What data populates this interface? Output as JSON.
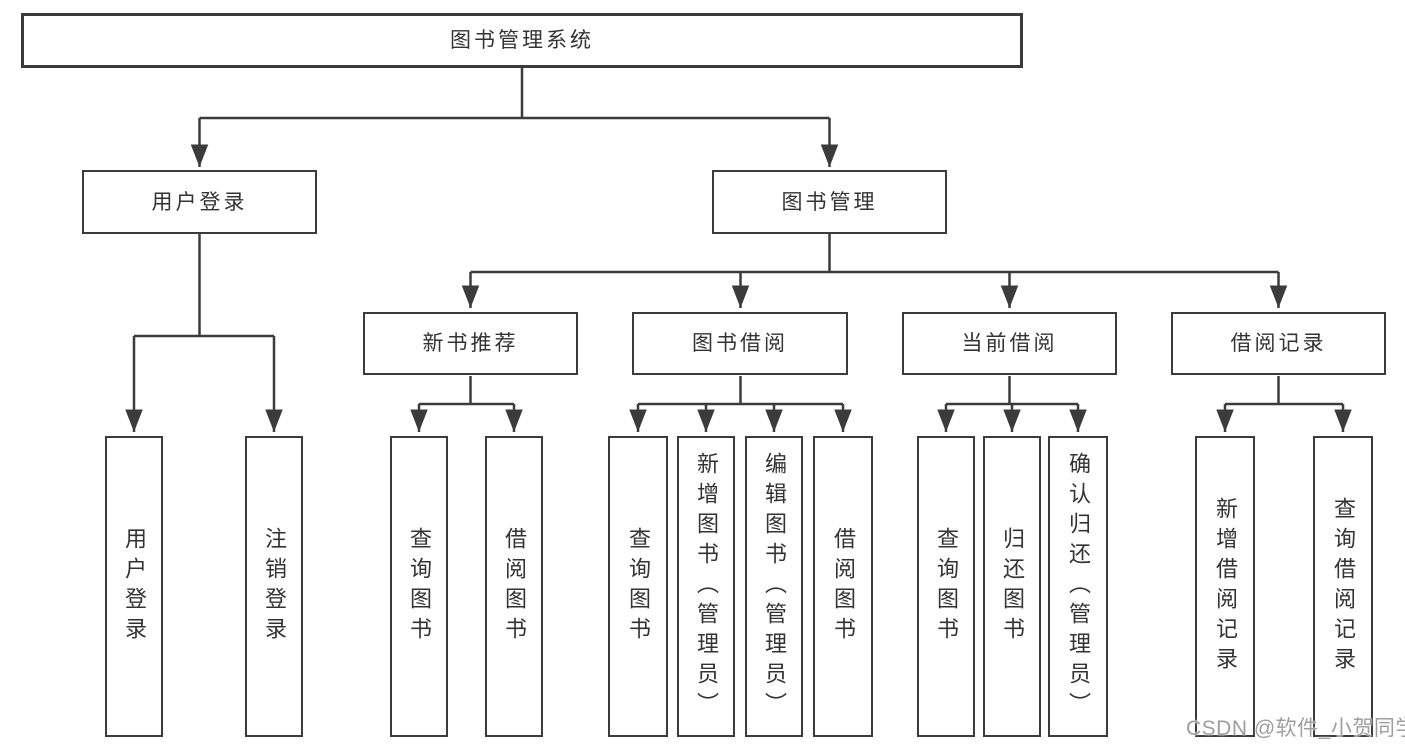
{
  "tree": {
    "root": "图书管理系统",
    "branches": [
      {
        "label": "用户登录",
        "leaves": [
          "用户登录",
          "注销登录"
        ]
      },
      {
        "label": "图书管理",
        "groups": [
          {
            "label": "新书推荐",
            "leaves": [
              "查询图书",
              "借阅图书"
            ]
          },
          {
            "label": "图书借阅",
            "leaves": [
              "查询图书",
              "新增图书（管理员）",
              "编辑图书（管理员）",
              "借阅图书"
            ]
          },
          {
            "label": "当前借阅",
            "leaves": [
              "查询图书",
              "归还图书",
              "确认归还（管理员）"
            ]
          },
          {
            "label": "借阅记录",
            "leaves": [
              "新增借阅记录",
              "查询借阅记录"
            ]
          }
        ]
      }
    ]
  },
  "watermark": {
    "text": "CSDN @软件_小贺同学"
  },
  "colors": {
    "line": "#3b3b3b",
    "box_border": "#3b3b3b",
    "text": "#333333",
    "box_background": "#ffffff",
    "page_background": "#ffffff",
    "watermark": "#9e9e9e"
  }
}
